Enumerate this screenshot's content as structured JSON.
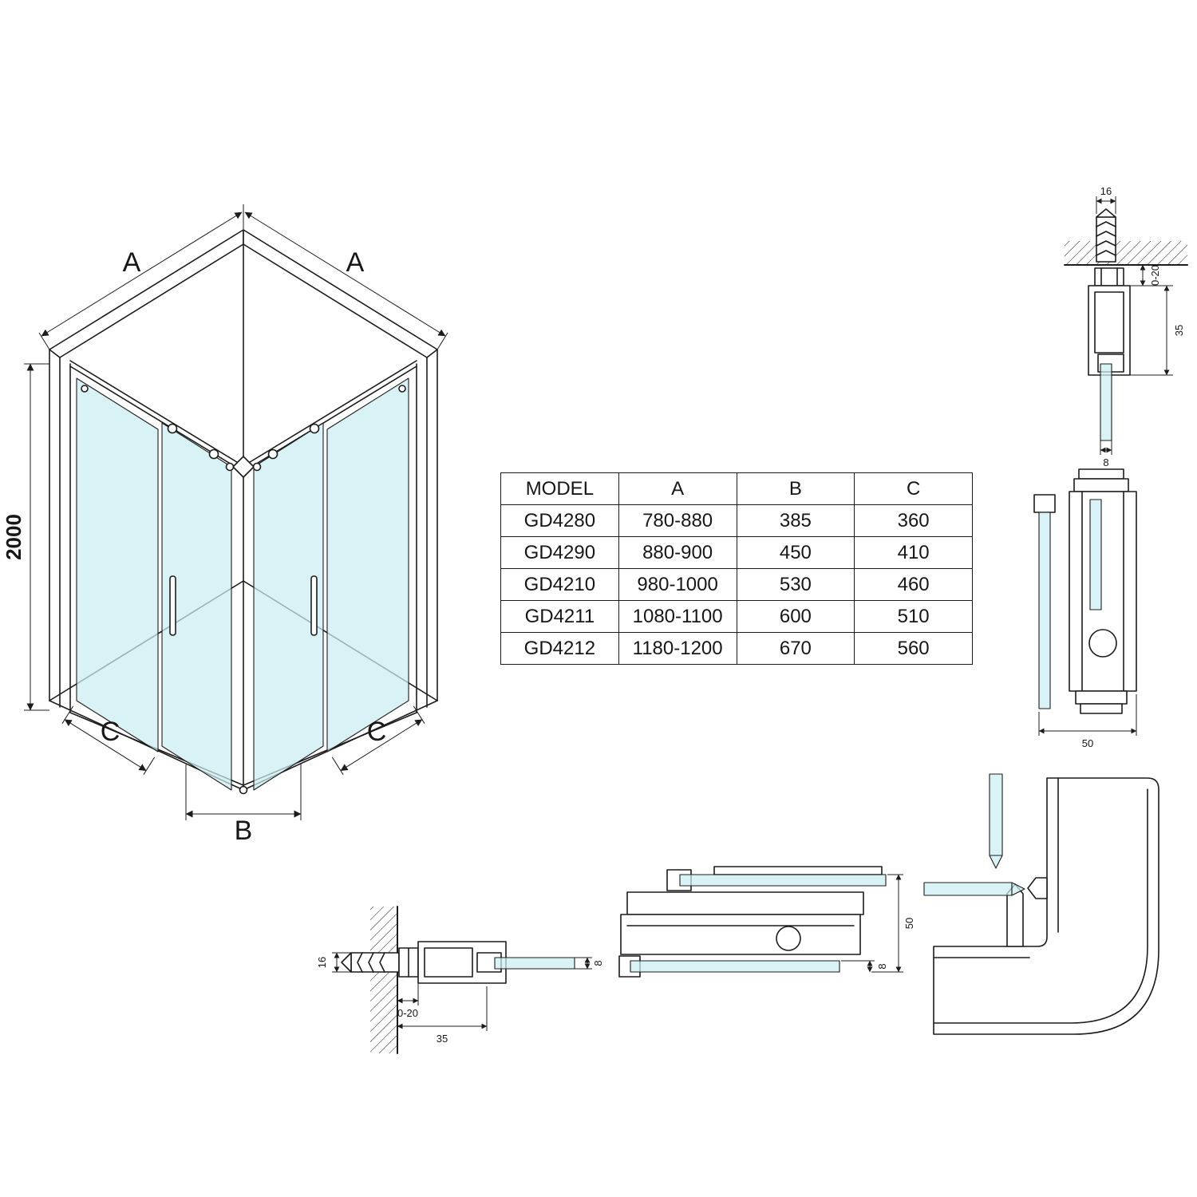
{
  "labels": {
    "a": "A",
    "b": "B",
    "c": "C",
    "height": "2000",
    "plug_width": "16",
    "adjust_range": "0-20",
    "profile_depth": "35",
    "glass_thickness": "8",
    "section_depth": "50"
  },
  "table": {
    "headers": [
      "MODEL",
      "A",
      "B",
      "C"
    ],
    "rows": [
      [
        "GD4280",
        "780-880",
        "385",
        "360"
      ],
      [
        "GD4290",
        "880-900",
        "450",
        "410"
      ],
      [
        "GD4210",
        "980-1000",
        "530",
        "460"
      ],
      [
        "GD4211",
        "1080-1100",
        "600",
        "510"
      ],
      [
        "GD4212",
        "1180-1200",
        "670",
        "560"
      ]
    ]
  },
  "colors": {
    "glass": "#c9edf3",
    "line": "#1c1c1c"
  }
}
